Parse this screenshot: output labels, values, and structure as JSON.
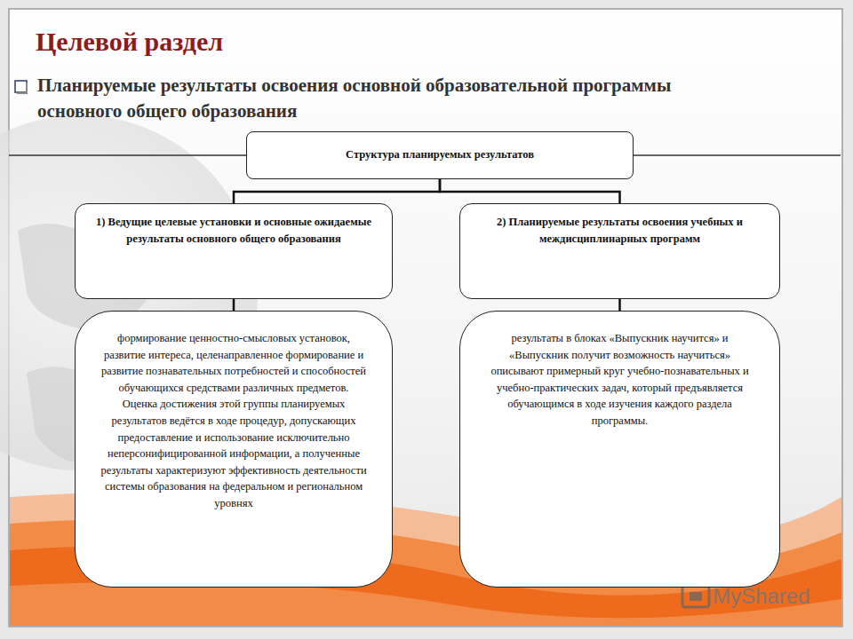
{
  "diagram": {
    "title": "Целевой раздел",
    "nodes": [
      {
        "text": [
          "Структура планируемых результатов"
        ]
      },
      {
        "text": [
          "1) Ведущие целевые установки и основные ожидаемые результаты основного общего образования"
        ]
      },
      {
        "text": [
          "2) Планируемые результаты освоения учебных и междисциплинарных программ"
        ]
      },
      {
        "text": [
          "формирование ценностно-смысловых установок, развитие интереса, целенаправленное формирование и развитие познавательных потребностей и способностей обучающихся средствами различных предметов. Оценка достижения этой группы планируемых результатов ведётся в ходе процедур, допускающих предоставление и использование исключительно неперсонифицированной информации, а полученные результаты характеризуют эффективность деятельности системы образования на федеральном и региональном уровнях"
        ]
      },
      {
        "text": [
          "результаты в блоках «Выпускник научится» и «Выпускник получит возможность научиться» описывают примерный круг учебно-познавательных и учебно-практических задач, который предъявляется обучающимся в ходе изучения каждого раздела программы."
        ]
      }
    ],
    "edges": [
      {
        "from": 0,
        "to": 1,
        "arrow": "none"
      },
      {
        "from": 0,
        "to": 2,
        "arrow": "none"
      },
      {
        "from": 1,
        "to": 3,
        "arrow": "none"
      },
      {
        "from": 2,
        "to": 4,
        "arrow": "none"
      }
    ],
    "labels": [
      "Планируемые результаты освоения основной образовательной программы основного общего образования",
      "MyShared"
    ]
  }
}
